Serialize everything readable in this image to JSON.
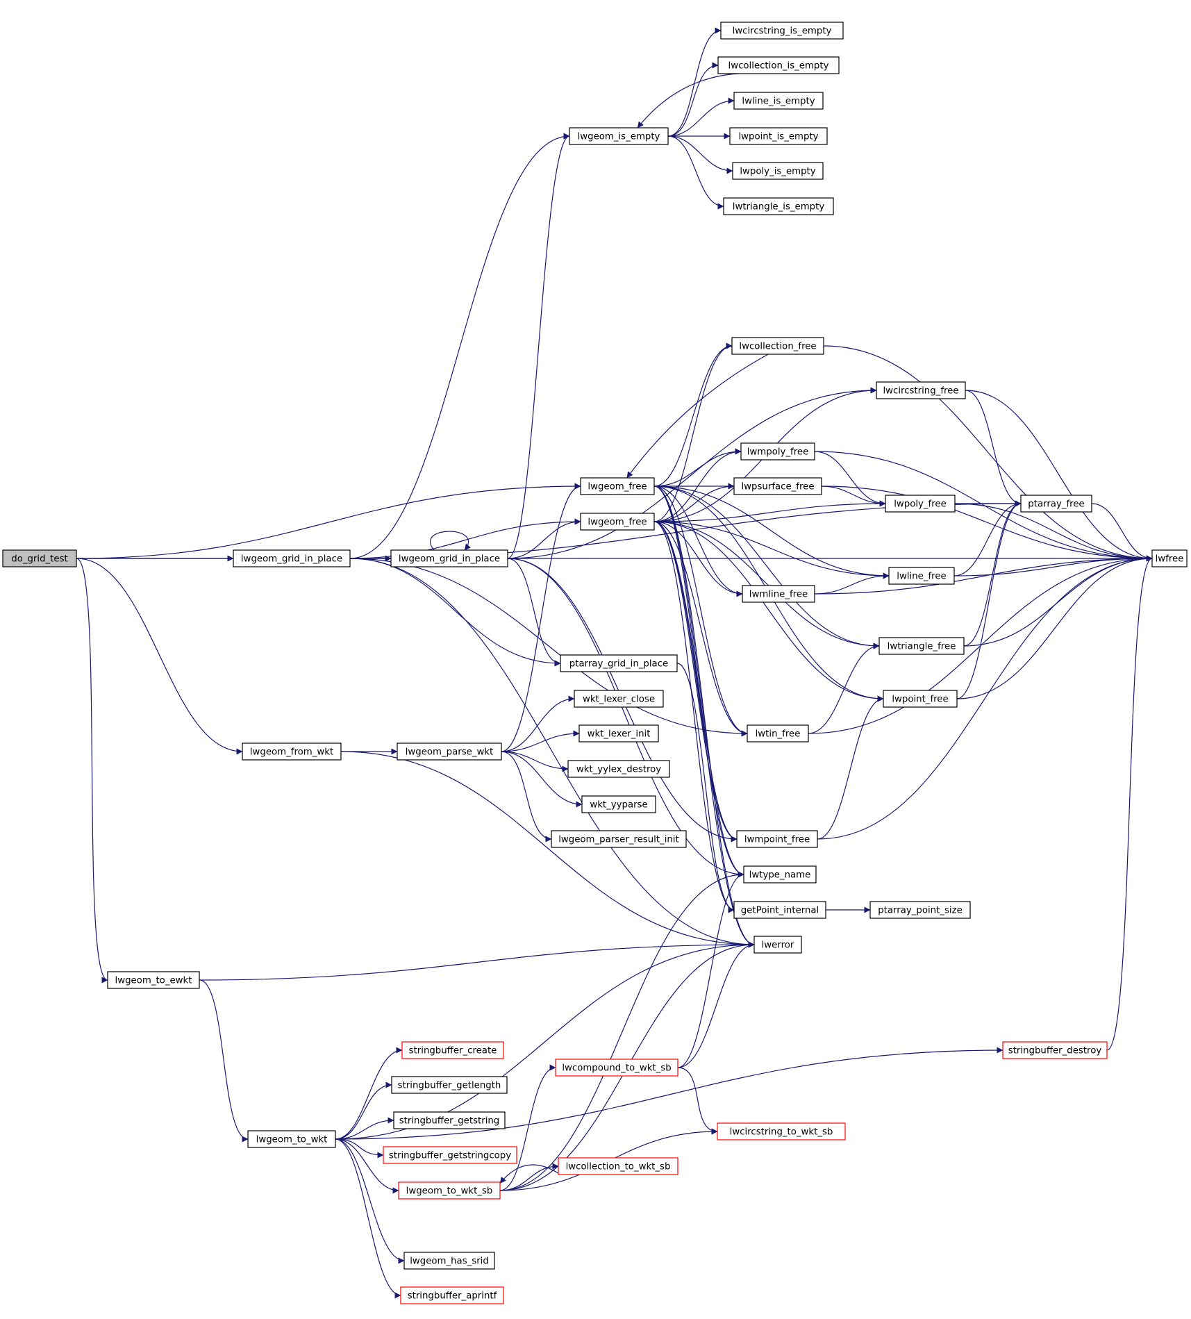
{
  "colors": {
    "edge": "#191970",
    "root_fill": "#bfbfbf",
    "red_border": "#ff0000",
    "node_border": "#000000"
  },
  "graph": {
    "nodes": [
      {
        "id": "do_grid_test",
        "label": "do_grid_test",
        "style": "root"
      },
      {
        "id": "lwfree",
        "label": "lwfree",
        "style": "normal"
      },
      {
        "id": "lwgeom_is_empty",
        "label": "lwgeom_is_empty",
        "style": "normal"
      },
      {
        "id": "lwcircstring_is_empty",
        "label": "lwcircstring_is_empty",
        "style": "normal"
      },
      {
        "id": "lwcollection_is_empty",
        "label": "lwcollection_is_empty",
        "style": "normal"
      },
      {
        "id": "lwline_is_empty",
        "label": "lwline_is_empty",
        "style": "normal"
      },
      {
        "id": "lwpoint_is_empty",
        "label": "lwpoint_is_empty",
        "style": "normal"
      },
      {
        "id": "lwpoly_is_empty",
        "label": "lwpoly_is_empty",
        "style": "normal"
      },
      {
        "id": "lwtriangle_is_empty",
        "label": "lwtriangle_is_empty",
        "style": "normal"
      },
      {
        "id": "lwcollection_free",
        "label": "lwcollection_free",
        "style": "normal"
      },
      {
        "id": "lwcircstring_free",
        "label": "lwcircstring_free",
        "style": "normal"
      },
      {
        "id": "lwmpoly_free",
        "label": "lwmpoly_free",
        "style": "normal"
      },
      {
        "id": "lwgeom_free_a",
        "label": "lwgeom_free",
        "style": "normal"
      },
      {
        "id": "lwpsurface_free",
        "label": "lwpsurface_free",
        "style": "normal"
      },
      {
        "id": "lwpoly_free",
        "label": "lwpoly_free",
        "style": "normal"
      },
      {
        "id": "ptarray_free",
        "label": "ptarray_free",
        "style": "normal"
      },
      {
        "id": "lwgeom_free_b",
        "label": "lwgeom_free",
        "style": "normal"
      },
      {
        "id": "lwgeom_grid_in_place_a",
        "label": "lwgeom_grid_in_place",
        "style": "normal"
      },
      {
        "id": "lwgeom_grid_in_place_b",
        "label": "lwgeom_grid_in_place",
        "style": "normal"
      },
      {
        "id": "lwline_free",
        "label": "lwline_free",
        "style": "normal"
      },
      {
        "id": "lwmline_free",
        "label": "lwmline_free",
        "style": "normal"
      },
      {
        "id": "lwtriangle_free",
        "label": "lwtriangle_free",
        "style": "normal"
      },
      {
        "id": "ptarray_grid_in_place",
        "label": "ptarray_grid_in_place",
        "style": "normal"
      },
      {
        "id": "lwpoint_free",
        "label": "lwpoint_free",
        "style": "normal"
      },
      {
        "id": "wkt_lexer_close",
        "label": "wkt_lexer_close",
        "style": "normal"
      },
      {
        "id": "lwtin_free",
        "label": "lwtin_free",
        "style": "normal"
      },
      {
        "id": "wkt_lexer_init",
        "label": "wkt_lexer_init",
        "style": "normal"
      },
      {
        "id": "lwgeom_from_wkt",
        "label": "lwgeom_from_wkt",
        "style": "normal"
      },
      {
        "id": "lwgeom_parse_wkt",
        "label": "lwgeom_parse_wkt",
        "style": "normal"
      },
      {
        "id": "wkt_yylex_destroy",
        "label": "wkt_yylex_destroy",
        "style": "normal"
      },
      {
        "id": "wkt_yyparse",
        "label": "wkt_yyparse",
        "style": "normal"
      },
      {
        "id": "lwgeom_parser_result_init",
        "label": "lwgeom_parser_result_init",
        "style": "normal"
      },
      {
        "id": "lwmpoint_free",
        "label": "lwmpoint_free",
        "style": "normal"
      },
      {
        "id": "lwtype_name",
        "label": "lwtype_name",
        "style": "normal"
      },
      {
        "id": "getPoint_internal",
        "label": "getPoint_internal",
        "style": "normal"
      },
      {
        "id": "ptarray_point_size",
        "label": "ptarray_point_size",
        "style": "normal"
      },
      {
        "id": "lwerror",
        "label": "lwerror",
        "style": "normal"
      },
      {
        "id": "lwgeom_to_ewkt",
        "label": "lwgeom_to_ewkt",
        "style": "normal"
      },
      {
        "id": "stringbuffer_create",
        "label": "stringbuffer_create",
        "style": "red"
      },
      {
        "id": "stringbuffer_destroy",
        "label": "stringbuffer_destroy",
        "style": "red"
      },
      {
        "id": "lwcompound_to_wkt_sb",
        "label": "lwcompound_to_wkt_sb",
        "style": "red"
      },
      {
        "id": "stringbuffer_getlength",
        "label": "stringbuffer_getlength",
        "style": "normal"
      },
      {
        "id": "stringbuffer_getstring",
        "label": "stringbuffer_getstring",
        "style": "normal"
      },
      {
        "id": "lwcircstring_to_wkt_sb",
        "label": "lwcircstring_to_wkt_sb",
        "style": "red"
      },
      {
        "id": "lwgeom_to_wkt",
        "label": "lwgeom_to_wkt",
        "style": "normal"
      },
      {
        "id": "stringbuffer_getstringcopy",
        "label": "stringbuffer_getstringcopy",
        "style": "red"
      },
      {
        "id": "lwcollection_to_wkt_sb",
        "label": "lwcollection_to_wkt_sb",
        "style": "red"
      },
      {
        "id": "lwgeom_to_wkt_sb",
        "label": "lwgeom_to_wkt_sb",
        "style": "red"
      },
      {
        "id": "lwgeom_has_srid",
        "label": "lwgeom_has_srid",
        "style": "normal"
      },
      {
        "id": "stringbuffer_aprintf",
        "label": "stringbuffer_aprintf",
        "style": "red"
      }
    ],
    "edges": [
      [
        "do_grid_test",
        "lwfree"
      ],
      [
        "do_grid_test",
        "lwgeom_free_a"
      ],
      [
        "do_grid_test",
        "lwgeom_grid_in_place_a"
      ],
      [
        "do_grid_test",
        "lwgeom_from_wkt"
      ],
      [
        "do_grid_test",
        "lwgeom_to_ewkt"
      ],
      [
        "lwgeom_is_empty",
        "lwcircstring_is_empty"
      ],
      [
        "lwgeom_is_empty",
        "lwcollection_is_empty"
      ],
      [
        "lwgeom_is_empty",
        "lwline_is_empty"
      ],
      [
        "lwgeom_is_empty",
        "lwpoint_is_empty"
      ],
      [
        "lwgeom_is_empty",
        "lwpoly_is_empty"
      ],
      [
        "lwgeom_is_empty",
        "lwtriangle_is_empty"
      ],
      [
        "lwcollection_is_empty",
        "lwgeom_is_empty"
      ],
      [
        "lwgeom_grid_in_place_a",
        "lwgeom_is_empty"
      ],
      [
        "lwgeom_grid_in_place_a",
        "ptarray_free"
      ],
      [
        "lwgeom_grid_in_place_a",
        "lwgeom_free_b"
      ],
      [
        "lwgeom_grid_in_place_a",
        "lwgeom_grid_in_place_b"
      ],
      [
        "lwgeom_grid_in_place_a",
        "lwtin_free"
      ],
      [
        "lwgeom_grid_in_place_a",
        "ptarray_grid_in_place"
      ],
      [
        "lwgeom_grid_in_place_a",
        "lwerror"
      ],
      [
        "lwgeom_grid_in_place_b",
        "lwgeom_is_empty"
      ],
      [
        "lwgeom_grid_in_place_b",
        "lwgeom_grid_in_place_b"
      ],
      [
        "lwgeom_grid_in_place_b",
        "lwcircstring_free"
      ],
      [
        "lwgeom_grid_in_place_b",
        "lwgeom_free_b"
      ],
      [
        "lwgeom_grid_in_place_b",
        "ptarray_grid_in_place"
      ],
      [
        "lwgeom_grid_in_place_b",
        "lwmpoint_free"
      ],
      [
        "lwgeom_grid_in_place_b",
        "lwtype_name"
      ],
      [
        "lwgeom_free_a",
        "lwcollection_free"
      ],
      [
        "lwgeom_free_a",
        "lwmpoly_free"
      ],
      [
        "lwgeom_free_a",
        "lwpsurface_free"
      ],
      [
        "lwgeom_free_a",
        "lwline_free"
      ],
      [
        "lwgeom_free_a",
        "lwmline_free"
      ],
      [
        "lwgeom_free_a",
        "lwtriangle_free"
      ],
      [
        "lwgeom_free_a",
        "lwpoint_free"
      ],
      [
        "lwgeom_free_a",
        "lwtin_free"
      ],
      [
        "lwgeom_free_a",
        "lwmpoint_free"
      ],
      [
        "lwgeom_free_a",
        "lwtype_name"
      ],
      [
        "lwgeom_free_a",
        "lwerror"
      ],
      [
        "lwgeom_free_b",
        "lwcollection_free"
      ],
      [
        "lwgeom_free_b",
        "lwcircstring_free"
      ],
      [
        "lwgeom_free_b",
        "lwmpoly_free"
      ],
      [
        "lwgeom_free_b",
        "lwpsurface_free"
      ],
      [
        "lwgeom_free_b",
        "lwpoly_free"
      ],
      [
        "lwgeom_free_b",
        "lwmline_free"
      ],
      [
        "lwgeom_free_b",
        "lwline_free"
      ],
      [
        "lwgeom_free_b",
        "lwtriangle_free"
      ],
      [
        "lwgeom_free_b",
        "lwpoint_free"
      ],
      [
        "lwgeom_free_b",
        "lwtin_free"
      ],
      [
        "lwgeom_free_b",
        "lwmpoint_free"
      ],
      [
        "lwgeom_free_b",
        "lwtype_name"
      ],
      [
        "lwgeom_free_b",
        "getPoint_internal"
      ],
      [
        "lwgeom_free_b",
        "lwerror"
      ],
      [
        "lwcollection_free",
        "lwgeom_free_a"
      ],
      [
        "lwcollection_free",
        "lwfree"
      ],
      [
        "lwcircstring_free",
        "ptarray_free"
      ],
      [
        "lwcircstring_free",
        "lwfree"
      ],
      [
        "lwmpoly_free",
        "lwpoly_free"
      ],
      [
        "lwmpoly_free",
        "lwfree"
      ],
      [
        "lwpsurface_free",
        "lwpoly_free"
      ],
      [
        "lwpsurface_free",
        "lwfree"
      ],
      [
        "lwpoly_free",
        "ptarray_free"
      ],
      [
        "lwpoly_free",
        "lwfree"
      ],
      [
        "ptarray_free",
        "lwfree"
      ],
      [
        "lwline_free",
        "ptarray_free"
      ],
      [
        "lwline_free",
        "lwfree"
      ],
      [
        "lwmline_free",
        "lwline_free"
      ],
      [
        "lwmline_free",
        "lwfree"
      ],
      [
        "lwtriangle_free",
        "ptarray_free"
      ],
      [
        "lwtriangle_free",
        "lwfree"
      ],
      [
        "lwpoint_free",
        "ptarray_free"
      ],
      [
        "lwpoint_free",
        "lwfree"
      ],
      [
        "lwtin_free",
        "lwtriangle_free"
      ],
      [
        "lwtin_free",
        "lwfree"
      ],
      [
        "lwmpoint_free",
        "lwpoint_free"
      ],
      [
        "lwmpoint_free",
        "lwfree"
      ],
      [
        "ptarray_grid_in_place",
        "getPoint_internal"
      ],
      [
        "getPoint_internal",
        "ptarray_point_size"
      ],
      [
        "lwgeom_from_wkt",
        "lwgeom_parse_wkt"
      ],
      [
        "lwgeom_from_wkt",
        "lwerror"
      ],
      [
        "lwgeom_parse_wkt",
        "lwgeom_free_a"
      ],
      [
        "lwgeom_parse_wkt",
        "wkt_lexer_close"
      ],
      [
        "lwgeom_parse_wkt",
        "wkt_lexer_init"
      ],
      [
        "lwgeom_parse_wkt",
        "wkt_yylex_destroy"
      ],
      [
        "lwgeom_parse_wkt",
        "wkt_yyparse"
      ],
      [
        "lwgeom_parse_wkt",
        "lwgeom_parser_result_init"
      ],
      [
        "lwgeom_to_ewkt",
        "lwerror"
      ],
      [
        "lwgeom_to_ewkt",
        "lwgeom_to_wkt"
      ],
      [
        "lwgeom_to_wkt",
        "lwerror"
      ],
      [
        "lwgeom_to_wkt",
        "stringbuffer_create"
      ],
      [
        "lwgeom_to_wkt",
        "stringbuffer_getlength"
      ],
      [
        "lwgeom_to_wkt",
        "stringbuffer_getstring"
      ],
      [
        "lwgeom_to_wkt",
        "stringbuffer_getstringcopy"
      ],
      [
        "lwgeom_to_wkt",
        "lwgeom_to_wkt_sb"
      ],
      [
        "lwgeom_to_wkt",
        "stringbuffer_destroy"
      ],
      [
        "lwgeom_to_wkt",
        "lwgeom_has_srid"
      ],
      [
        "lwgeom_to_wkt",
        "stringbuffer_aprintf"
      ],
      [
        "lwgeom_to_wkt_sb",
        "lwtype_name"
      ],
      [
        "lwgeom_to_wkt_sb",
        "lwerror"
      ],
      [
        "lwgeom_to_wkt_sb",
        "lwcompound_to_wkt_sb"
      ],
      [
        "lwgeom_to_wkt_sb",
        "lwcollection_to_wkt_sb"
      ],
      [
        "lwgeom_to_wkt_sb",
        "lwcircstring_to_wkt_sb"
      ],
      [
        "lwcollection_to_wkt_sb",
        "lwgeom_to_wkt_sb"
      ],
      [
        "lwcompound_to_wkt_sb",
        "lwtype_name"
      ],
      [
        "lwcompound_to_wkt_sb",
        "lwerror"
      ],
      [
        "lwcompound_to_wkt_sb",
        "lwcircstring_to_wkt_sb"
      ],
      [
        "stringbuffer_destroy",
        "lwfree"
      ]
    ]
  }
}
